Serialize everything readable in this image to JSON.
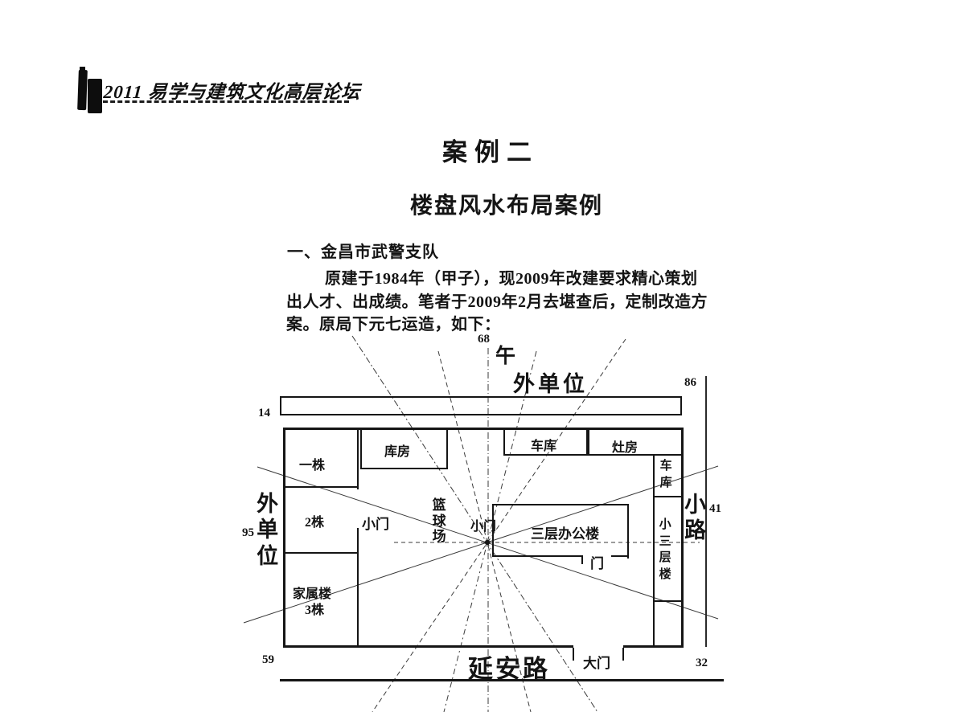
{
  "header": {
    "brand": "2011 易学与建筑文化高层论坛"
  },
  "title": "案例二",
  "subtitle": "楼盘风水布局案例",
  "section": {
    "heading": "一、金昌市武警支队",
    "lines": [
      "原建于1984年（甲子），现2009年改建要求精心策划",
      "出人才、出成绩。笔者于2009年2月去堪查后，定制改造方",
      "案。原局下元七运造，如下："
    ]
  },
  "diagram": {
    "compass": {
      "deg_top": "68",
      "dir_top": "午"
    },
    "numbers": {
      "top_right": "86",
      "left_top": "14",
      "left_mid": "95",
      "right_mid": "41",
      "bottom_left": "59",
      "bottom_right": "32"
    },
    "outer": {
      "top_unit": "外单位",
      "left_unit": "外单位",
      "side_road": "小路",
      "road": "延安路"
    },
    "labels": {
      "block1": "一株",
      "block2": "2株",
      "family1": "家属楼",
      "family2": "3株",
      "gate_left": "小门",
      "storehouse": "库房",
      "court": "篮球场",
      "gate_center": "小门",
      "office": "三层办公楼",
      "office_door": "门",
      "garage_top": "车库",
      "kitchen": "灶房",
      "garage_right": "车库",
      "small_bldg": "小三层楼",
      "main_gate": "大门"
    }
  }
}
